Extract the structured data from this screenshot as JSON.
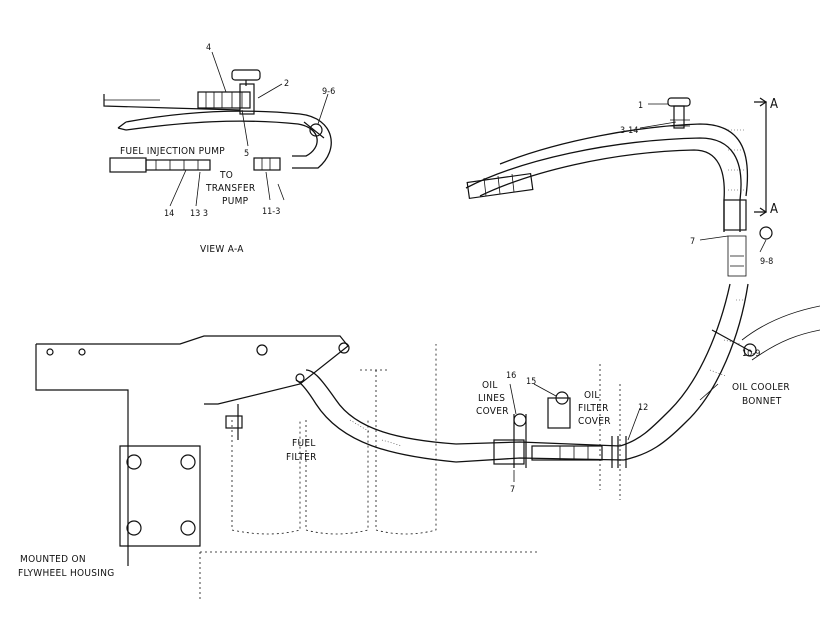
{
  "labels": {
    "view_title": "VIEW  A-A",
    "fuel_injection_pump": "FUEL INJECTION PUMP",
    "to": "TO",
    "transfer": "TRANSFER",
    "pump": "PUMP",
    "section_a_top": "A",
    "section_a_bottom": "A",
    "fuel": "FUEL",
    "filter": "FILTER",
    "oil": "OIL",
    "lines": "LINES",
    "cover": "COVER",
    "oil2": "OIL",
    "filter2": "FILTER",
    "cover2": "COVER",
    "oil_cooler": "OIL COOLER",
    "bonnet": "BONNET",
    "mounted_on": "MOUNTED ON",
    "flywheel_housing": "FLYWHEEL HOUSING"
  },
  "callouts": {
    "c4": "4",
    "c2": "2",
    "c9_6": "9-6",
    "c5": "5",
    "c14": "14",
    "c13_3": "13 3",
    "c11_3": "11-3",
    "c1": "1",
    "c3_14": "3-14",
    "c7_top": "7",
    "c9_8": "9-8",
    "c10_9": "10-9",
    "c16": "16",
    "c15": "15",
    "c12": "12",
    "c7_bottom": "7"
  }
}
